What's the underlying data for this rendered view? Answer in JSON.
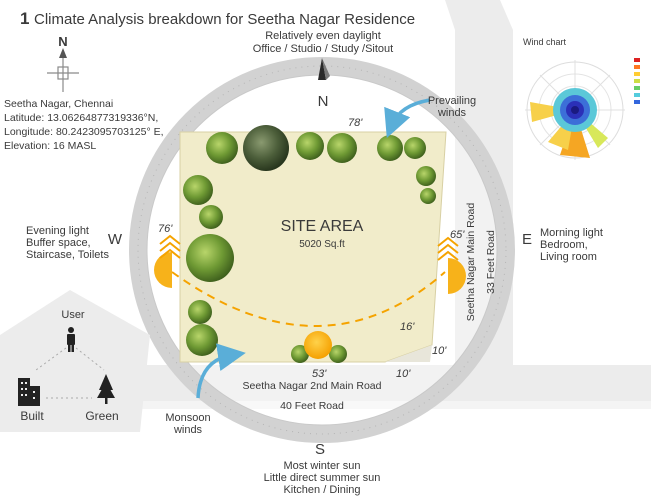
{
  "title": {
    "number": "1",
    "text": "Climate Analysis breakdown for Seetha Nagar Residence"
  },
  "location": {
    "lines": [
      "Seetha Nagar, Chennai",
      "Latitude: 13.06264877319336°N,",
      "Longitude: 80.2423095703125° E,",
      "Elevation: 16 MASL"
    ]
  },
  "compass": {
    "north_label": "N",
    "dial_north": "N",
    "dial_south": "S",
    "dial_west": "W",
    "dial_east": "E"
  },
  "north": {
    "lines": [
      "Relatively even daylight",
      "Office / Studio / Study /Sitout"
    ]
  },
  "south": {
    "lines": [
      "Most winter sun",
      "Little direct summer sun",
      "Kitchen / Dining"
    ]
  },
  "west": {
    "lines": [
      "Evening light",
      "Buffer space,",
      "Staircase, Toilets"
    ]
  },
  "east": {
    "lines": [
      "Morning light",
      "Bedroom,",
      "Living room"
    ]
  },
  "winds": {
    "prevailing": [
      "Prevailing",
      "winds"
    ],
    "monsoon": [
      "Monsoon",
      "winds"
    ]
  },
  "site": {
    "label": "SITE AREA",
    "area": "5020 Sq.ft"
  },
  "dimensions": {
    "top": "78'",
    "left": "76'",
    "right": "65'",
    "bottom": "53'",
    "diag": "16'",
    "small_v": "10'",
    "small_h": "10'"
  },
  "roads": {
    "south_name": "Seetha Nagar 2nd Main Road",
    "south_width": "40 Feet Road",
    "east_name": "Seetha Nagar Main Road",
    "east_width": "33 Feet Road"
  },
  "wind_chart": {
    "title": "Wind chart"
  },
  "diagram": {
    "user": "User",
    "built": "Built",
    "green": "Green"
  },
  "colors": {
    "site_fill": "#f1ecca",
    "ring": "#cdcdcd",
    "road": "#e6e6e6",
    "sun": "#f5a300",
    "arrow_blue": "#5aaed8",
    "title_text": "#2a2a2a"
  }
}
